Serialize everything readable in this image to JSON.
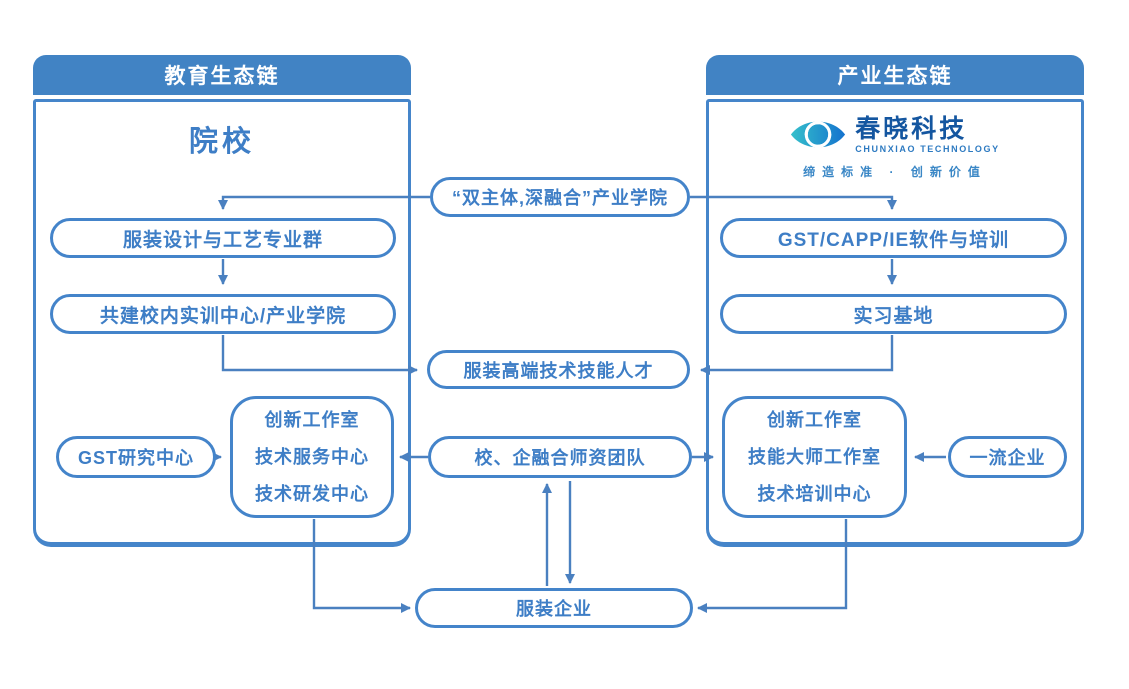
{
  "palette": {
    "panel_blue": "#4183c4",
    "border_blue": "#4484ca",
    "text_blue": "#3e7ec6",
    "arrow_blue": "#4a80c0",
    "logo_navy": "#1456a0",
    "logo_teal": "#35c0cb",
    "logo_blue": "#1472ce"
  },
  "panels": {
    "education": {
      "header": "教育生态链",
      "title": "院校"
    },
    "industry": {
      "header": "产业生态链"
    }
  },
  "logo": {
    "name": "春晓科技",
    "name_en": "CHUNXIAO TECHNOLOGY",
    "slogan": "缔造标准 · 创新价值"
  },
  "nodes": {
    "academy": {
      "label": "“双主体,深融合”产业学院"
    },
    "major_group": {
      "label": "服装设计与工艺专业群"
    },
    "training_center": {
      "label": "共建校内实训中心/产业学院"
    },
    "talents": {
      "label": "服装高端技术技能人才"
    },
    "software": {
      "label": "GST/CAPP/IE软件与培训"
    },
    "internship": {
      "label": "实习基地"
    },
    "gst_research": {
      "label": "GST研究中心"
    },
    "edu_centers": {
      "lines": [
        "创新工作室",
        "技术服务中心",
        "技术研发中心"
      ]
    },
    "teachers": {
      "label": "校、企融合师资团队"
    },
    "ind_studios": {
      "lines": [
        "创新工作室",
        "技能大师工作室",
        "技术培训中心"
      ]
    },
    "first_class": {
      "label": "一流企业"
    },
    "garment_companies": {
      "label": "服装企业"
    }
  }
}
